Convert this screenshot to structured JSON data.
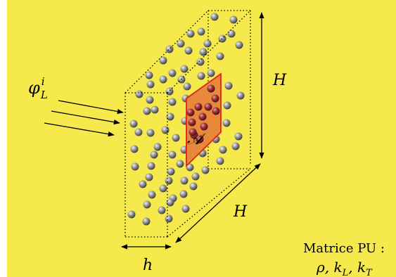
{
  "background_color": "#F6E94B",
  "particle_color": "#8A8A8A",
  "highlight_particle_color": "#A0343A",
  "plane_color": "#E8883A",
  "plane_edge_color": "#E0241B",
  "labels": {
    "flux_symbol": "φ",
    "flux_subscript": "L",
    "flux_superscript": "i",
    "area_label": "𝒜",
    "height_label": "H",
    "depth_label": "H",
    "thickness_label": "h",
    "material_title": "Matrice PU :",
    "material_rho": "ρ, ",
    "material_k": "k",
    "material_kL_sub": "L",
    "material_sep": ", ",
    "material_kT_sub": "T"
  }
}
